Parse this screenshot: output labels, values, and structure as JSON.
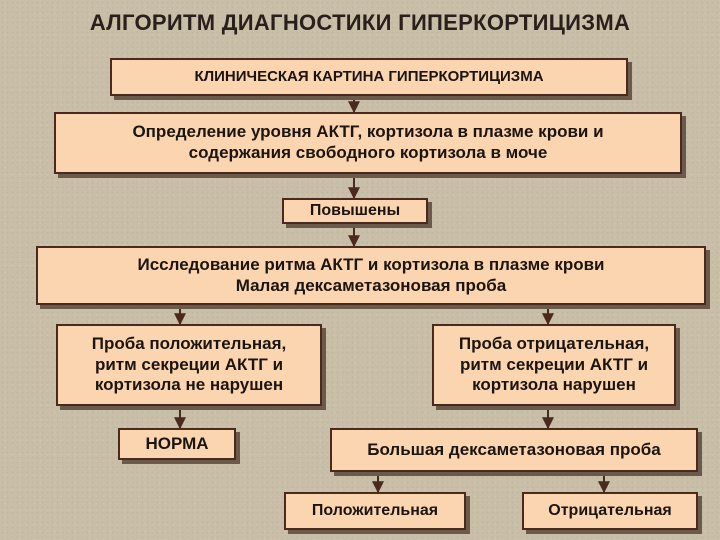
{
  "title": "АЛГОРИТМ ДИАГНОСТИКИ ГИПЕРКОРТИЦИЗМА",
  "nodes": {
    "clinical": "КЛИНИЧЕСКАЯ КАРТИНА ГИПЕРКОРТИЦИЗМА",
    "determination": "Определение уровня АКТГ, кортизола в плазме крови и\nсодержания свободного кортизола в моче",
    "elevated": "Повышены",
    "research": "Исследование ритма АКТГ и кортизола в плазме крови\nМалая дексаметазоновая проба",
    "positive_test": "Проба положительная,\nритм секреции АКТГ и\nкортизола не нарушен",
    "negative_test": "Проба отрицательная,\nритм секреции АКТГ и\nкортизола нарушен",
    "norm": "НОРМА",
    "large_dex": "Большая дексаметазоновая проба",
    "positive": "Положительная",
    "negative": "Отрицательная"
  },
  "colors": {
    "box_fill": "#fbd5b0",
    "border": "#4a2a1f",
    "connector": "#4a2a1f",
    "background": "#c9bfa8"
  }
}
